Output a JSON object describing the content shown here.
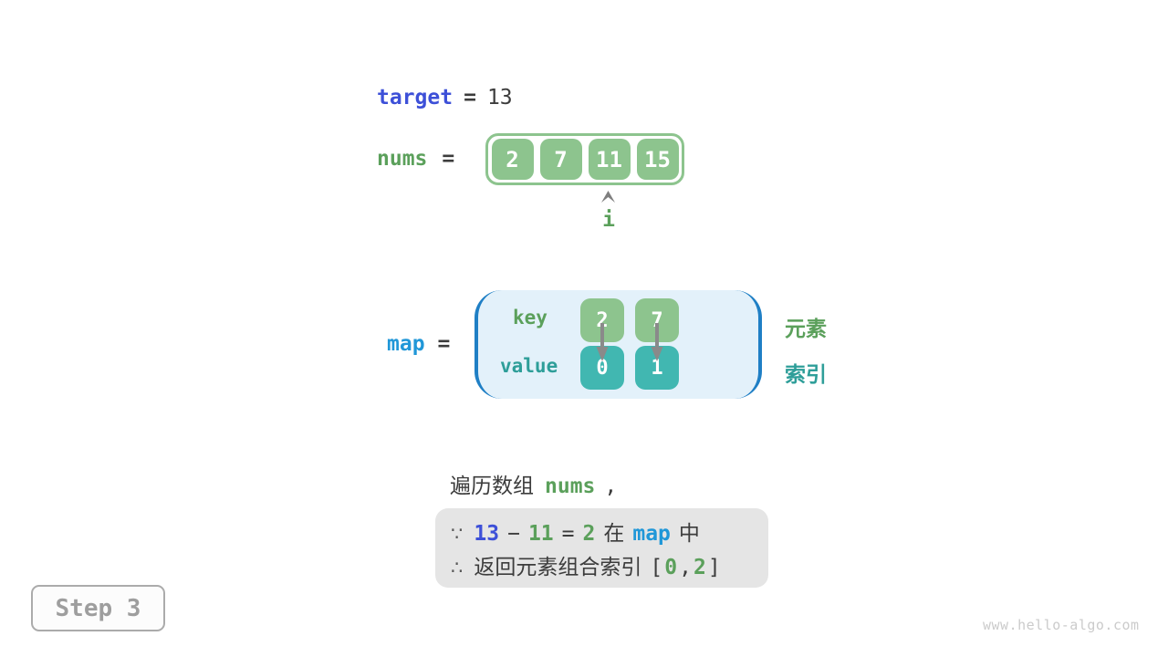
{
  "colors": {
    "green_box": "#8dc48e",
    "teal_box": "#41b7b1",
    "green_text": "#5ba05b",
    "teal_text": "#2e9e99",
    "royal_blue": "#3d50d8",
    "sky_blue": "#2097d8",
    "map_fill": "#e3f1fa",
    "map_border": "#1f7fc5",
    "dark_text": "#3c3c3c",
    "deduction_box_fill": "#e5e5e5",
    "arrow_gray": "#8a8a8a"
  },
  "target_line": {
    "variable": "target",
    "equals": "=",
    "value": "13"
  },
  "nums_line": {
    "variable": "nums",
    "equals": "=",
    "cells": [
      "2",
      "7",
      "11",
      "15"
    ],
    "pointer_label": "i"
  },
  "map_line": {
    "variable": "map",
    "equals": "=",
    "key_label": "key",
    "value_label": "value",
    "keys": [
      "2",
      "7"
    ],
    "values": [
      "0",
      "1"
    ],
    "element_label": "元素",
    "index_label": "索引"
  },
  "caption": {
    "text": "遍历数组",
    "code": "nums",
    "comma": ","
  },
  "deduction": {
    "line1": {
      "symbol": "∵",
      "target": "13",
      "minus": "−",
      "num": "11",
      "equals": "=",
      "result": "2",
      "in_word": "在",
      "map_word": "map",
      "suffix": "中"
    },
    "line2": {
      "symbol": "∴",
      "text": "返回元素组合索引",
      "bracket_open": "[",
      "index1": "0",
      "comma": ",",
      "index2": "2",
      "bracket_close": "]"
    }
  },
  "step_badge": {
    "label": "Step 3"
  },
  "watermark": {
    "text": "www.hello-algo.com"
  }
}
